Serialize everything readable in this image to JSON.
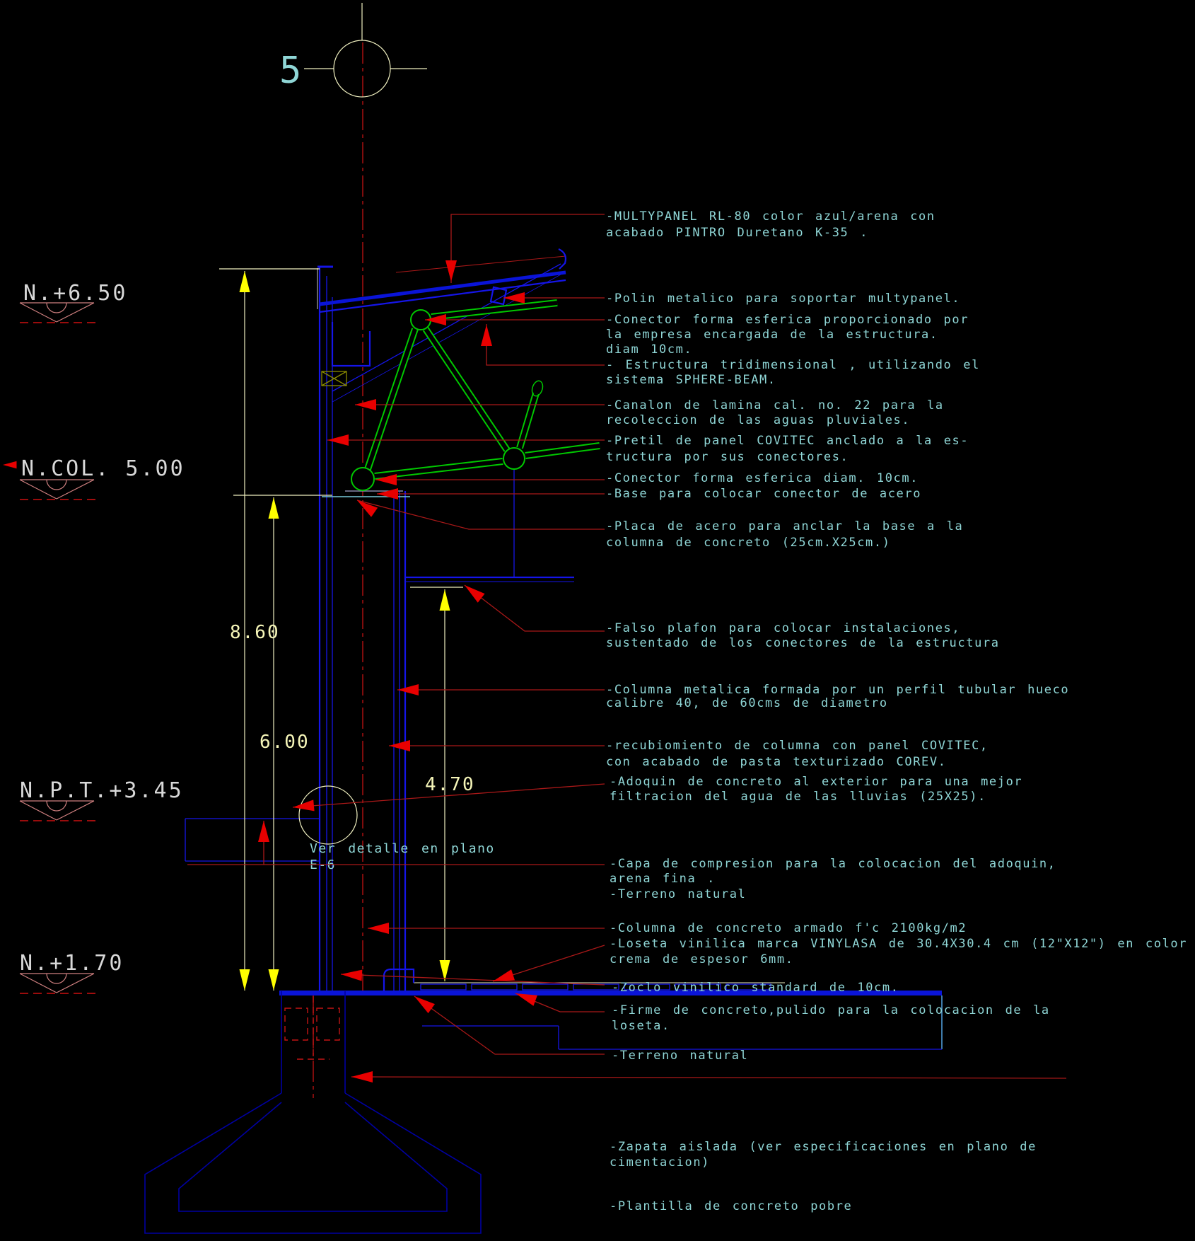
{
  "drawing": {
    "type": "CAD construction section detail",
    "background_color": "#000000",
    "accent_colors": {
      "annotation_text": "#8fd6d6",
      "level_text": "#d8d8d8",
      "dimension": "#f0f0c0",
      "structure_blue": "#1515e8",
      "footing_blue": "#0000a0",
      "truss_green": "#00c800",
      "leader_red": "#a81818",
      "arrow_red": "#e80000",
      "arrow_yellow": "#ffff00"
    }
  },
  "bubble": {
    "label": "5"
  },
  "levels": {
    "l1": "N.+6.50",
    "l2": "N.COL.  5.00",
    "l3": "N.P.T.+3.45",
    "l4": "N.+1.70"
  },
  "dims": {
    "d1": "8.60",
    "d2": "6.00",
    "d3": "4.70"
  },
  "detail_note": {
    "line1": "Ver detalle en plano",
    "line2": "E-6"
  },
  "ann": {
    "a1": [
      "-MULTYPANEL RL-80 color azul/arena con",
      "acabado PINTRO Duretano K-35 ."
    ],
    "a2": [
      "-Polin metalico para soportar multypanel."
    ],
    "a3": [
      "-Conector forma esferica proporcionado por",
      "la empresa encargada de la estructura.",
      "diam 10cm."
    ],
    "a4": [
      "- Estructura tridimensional , utilizando el",
      "sistema SPHERE-BEAM."
    ],
    "a5": [
      "-Canalon de lamina cal. no. 22 para la",
      "recoleccion de las aguas pluviales."
    ],
    "a6": [
      "-Pretil de panel COVITEC anclado a la es-",
      "tructura por sus conectores."
    ],
    "a7": [
      "-Conector forma esferica diam. 10cm."
    ],
    "a8": [
      "-Base para colocar conector de acero"
    ],
    "a9": [
      "-Placa de acero para anclar la base a la",
      "columna de concreto (25cm.X25cm.)"
    ],
    "a10": [
      "-Falso plafon para colocar instalaciones,",
      "sustentado de los conectores de la estructura"
    ],
    "a11": [
      "-Columna metalica formada por un perfil tubular hueco",
      " calibre 40,  de 60cms de diametro"
    ],
    "a12": [
      "-recubiomiento de columna con panel COVITEC,",
      "con acabado de pasta texturizado COREV."
    ],
    "a13": [
      "-Adoquin de concreto al exterior para una mejor",
      "filtracion del agua de las lluvias (25X25)."
    ],
    "a14": [
      "-Capa de compresion para la colocacion del adoquin,",
      "arena fina .",
      "-Terreno natural"
    ],
    "a15": [
      "-Columna de concreto armado f'c 2100kg/m2"
    ],
    "a16": [
      "-Loseta vinilica marca VINYLASA de 30.4X30.4 cm (12\"X12\") en color",
      "crema de espesor 6mm."
    ],
    "a17": [
      "-Zoclo vinilico standard de 10cm."
    ],
    "a18": [
      " -Firme de concreto,pulido para la colocacion de la",
      "loseta."
    ],
    "a19": [
      "-Terreno natural"
    ],
    "a20": [
      "-Zapata aislada (ver especificaciones en plano de",
      "cimentacion)"
    ],
    "a21": [
      " -Plantilla de concreto pobre"
    ]
  }
}
